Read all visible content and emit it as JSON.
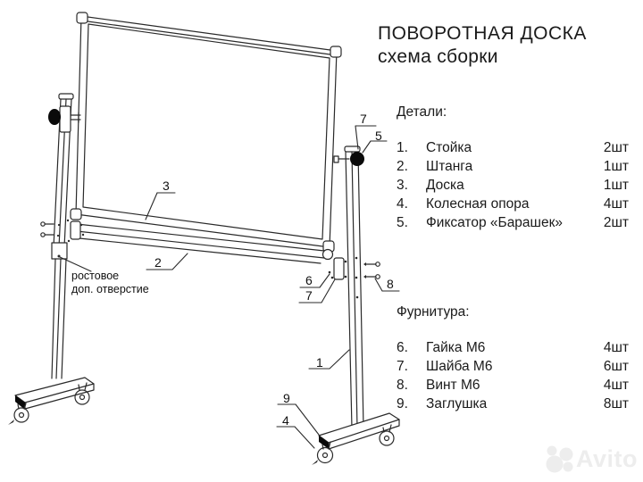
{
  "title": {
    "line1": "ПОВОРОТНАЯ ДОСКА",
    "line2": "схема сборки"
  },
  "parts": {
    "heading": "Детали:",
    "items": [
      {
        "num": "1.",
        "name": "Стойка",
        "qty": "2шт"
      },
      {
        "num": "2.",
        "name": "Штанга",
        "qty": "1шт"
      },
      {
        "num": "3.",
        "name": "Доска",
        "qty": "1шт"
      },
      {
        "num": "4.",
        "name": "Колесная опора",
        "qty": "4шт"
      },
      {
        "num": "5.",
        "name": "Фиксатор «Барашек»",
        "qty": "2шт"
      }
    ]
  },
  "hardware": {
    "heading": "Фурнитура:",
    "items": [
      {
        "num": "6.",
        "name": "Гайка М6",
        "qty": "4шт"
      },
      {
        "num": "7.",
        "name": "Шайба М6",
        "qty": "6шт"
      },
      {
        "num": "8.",
        "name": "Винт М6",
        "qty": "4шт"
      },
      {
        "num": "9.",
        "name": "Заглушка",
        "qty": "8шт"
      }
    ]
  },
  "diagram": {
    "annotation": {
      "line1": "ростовое",
      "line2": "доп. отверстие"
    },
    "callouts": {
      "c7_top": "7",
      "c5": "5",
      "c3": "3",
      "c2": "2",
      "c6": "6",
      "c7_bottom": "7",
      "c8": "8",
      "c1": "1",
      "c9": "9",
      "c4": "4"
    }
  },
  "watermark": {
    "text": "Avito"
  },
  "colors": {
    "line": "#2a2a2a",
    "fill_black": "#0a0a0a",
    "watermark": "#ededed"
  }
}
